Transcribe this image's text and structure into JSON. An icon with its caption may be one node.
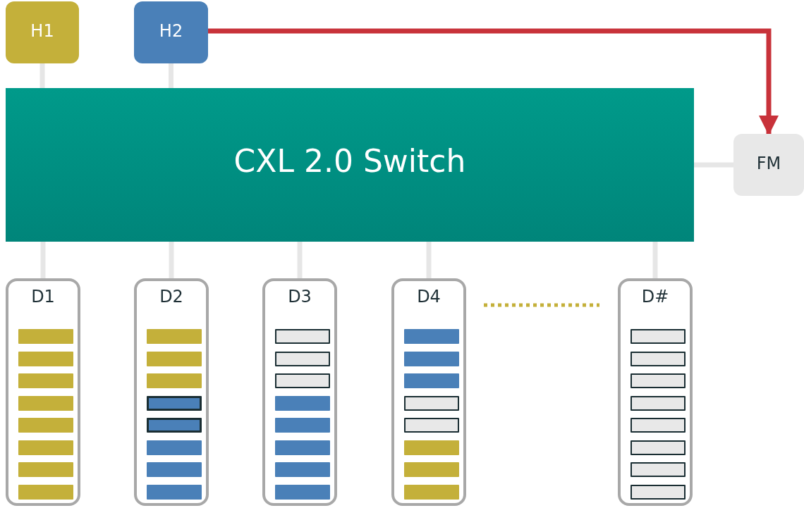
{
  "diagram": {
    "nodes": [
      {
        "text": [
          "H1"
        ]
      },
      {
        "text": [
          "H2"
        ]
      },
      {
        "text": [
          "CXL 2.0 Switch"
        ]
      },
      {
        "text": [
          "FM"
        ]
      },
      {
        "text": [
          "D1"
        ]
      },
      {
        "text": [],
        "shape": "bar",
        "in": 4
      },
      {
        "text": [],
        "shape": "bar",
        "in": 4
      },
      {
        "text": [],
        "shape": "bar",
        "in": 4
      },
      {
        "text": [],
        "shape": "bar",
        "in": 4
      },
      {
        "text": [],
        "shape": "bar",
        "in": 4
      },
      {
        "text": [],
        "shape": "bar",
        "in": 4
      },
      {
        "text": [],
        "shape": "bar",
        "in": 4
      },
      {
        "text": [],
        "shape": "bar",
        "in": 4
      },
      {
        "text": [
          "D2"
        ]
      },
      {
        "text": [],
        "shape": "bar",
        "in": 13
      },
      {
        "text": [],
        "shape": "bar",
        "in": 13
      },
      {
        "text": [],
        "shape": "bar",
        "in": 13
      },
      {
        "text": [],
        "shape": "bar",
        "in": 13
      },
      {
        "text": [],
        "shape": "bar",
        "in": 13
      },
      {
        "text": [],
        "shape": "bar",
        "in": 13
      },
      {
        "text": [],
        "shape": "bar",
        "in": 13
      },
      {
        "text": [],
        "shape": "bar",
        "in": 13
      },
      {
        "text": [
          "D3"
        ]
      },
      {
        "text": [],
        "shape": "bar",
        "in": 22
      },
      {
        "text": [],
        "shape": "bar",
        "in": 22
      },
      {
        "text": [],
        "shape": "bar",
        "in": 22
      },
      {
        "text": [],
        "shape": "bar",
        "in": 22
      },
      {
        "text": [],
        "shape": "bar",
        "in": 22
      },
      {
        "text": [],
        "shape": "bar",
        "in": 22
      },
      {
        "text": [],
        "shape": "bar",
        "in": 22
      },
      {
        "text": [],
        "shape": "bar",
        "in": 22
      },
      {
        "text": [
          "D4"
        ]
      },
      {
        "text": [],
        "shape": "bar",
        "in": 31
      },
      {
        "text": [],
        "shape": "bar",
        "in": 31
      },
      {
        "text": [],
        "shape": "bar",
        "in": 31
      },
      {
        "text": [],
        "shape": "bar",
        "in": 31
      },
      {
        "text": [],
        "shape": "bar",
        "in": 31
      },
      {
        "text": [],
        "shape": "bar",
        "in": 31
      },
      {
        "text": [],
        "shape": "bar",
        "in": 31
      },
      {
        "text": [],
        "shape": "bar",
        "in": 31
      },
      {
        "text": [
          "D#"
        ]
      },
      {
        "text": [],
        "shape": "bar",
        "in": 40
      },
      {
        "text": [],
        "shape": "bar",
        "in": 40
      },
      {
        "text": [],
        "shape": "bar",
        "in": 40
      },
      {
        "text": [],
        "shape": "bar",
        "in": 40
      },
      {
        "text": [],
        "shape": "bar",
        "in": 40
      },
      {
        "text": [],
        "shape": "bar",
        "in": 40
      },
      {
        "text": [],
        "shape": "bar",
        "in": 40
      },
      {
        "text": [],
        "shape": "bar",
        "in": 40
      }
    ],
    "edges": [
      {
        "from": 0,
        "to": 2,
        "arrow": "none"
      },
      {
        "from": 1,
        "to": 2,
        "arrow": "none"
      },
      {
        "from": 1,
        "to": 3,
        "arrow": "to",
        "color": "#c8323a"
      },
      {
        "from": 2,
        "to": 3,
        "arrow": "none"
      },
      {
        "from": 2,
        "to": 4,
        "arrow": "none"
      },
      {
        "from": 2,
        "to": 13,
        "arrow": "none"
      },
      {
        "from": 2,
        "to": 22,
        "arrow": "none"
      },
      {
        "from": 2,
        "to": 31,
        "arrow": "none"
      },
      {
        "from": 2,
        "to": 40,
        "arrow": "none"
      }
    ]
  }
}
